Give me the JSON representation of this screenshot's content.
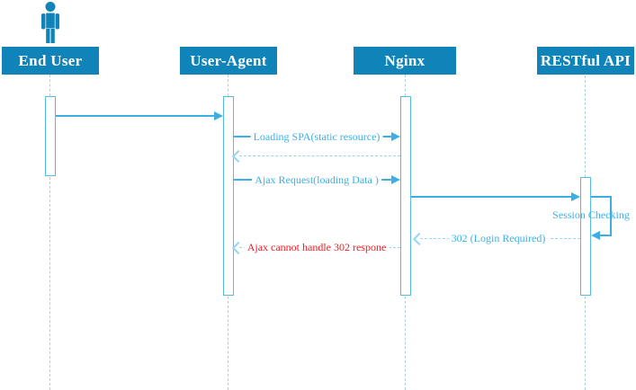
{
  "diagram_type": "uml-sequence",
  "colors": {
    "participant_box": "#1083b8",
    "solid_arrow": "#3daee3",
    "return_arrow": "#96d6f0",
    "lifeline": "#aed0e0",
    "activation_border": "#55bbe7",
    "message_text": "#3cb0e6",
    "error_text": "#ed1c24"
  },
  "participants": [
    {
      "label": "End User",
      "icon": "person-icon"
    },
    {
      "label": "User-Agent"
    },
    {
      "label": "Nginx"
    },
    {
      "label": "RESTful API"
    }
  ],
  "messages": [
    {
      "from": "End User",
      "to": "User-Agent",
      "style": "solid",
      "label": ""
    },
    {
      "from": "User-Agent",
      "to": "Nginx",
      "style": "solid",
      "label": "Loading SPA(static resource)"
    },
    {
      "from": "Nginx",
      "to": "User-Agent",
      "style": "dashed-return",
      "label": ""
    },
    {
      "from": "User-Agent",
      "to": "Nginx",
      "style": "solid",
      "label": "Ajax Request(loading Data )"
    },
    {
      "from": "Nginx",
      "to": "RESTful API",
      "style": "solid",
      "label": ""
    },
    {
      "from": "RESTful API",
      "to": "RESTful API",
      "style": "self",
      "label": "Session Checking"
    },
    {
      "from": "RESTful API",
      "to": "Nginx",
      "style": "dashed-return",
      "label": "302 (Login Required)"
    },
    {
      "from": "Nginx",
      "to": "User-Agent",
      "style": "dashed-return",
      "label": "Ajax cannot handle 302 respone",
      "label_color": "error"
    }
  ]
}
